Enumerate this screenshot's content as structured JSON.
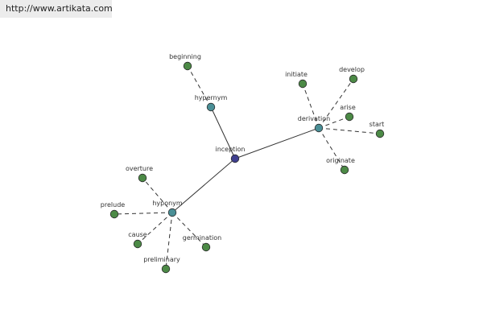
{
  "source_url": "http://www.artikata.com",
  "colors": {
    "root": "#3f3f8f",
    "relation": "#4a8f96",
    "leaf": "#4c8a46",
    "edge": "#333333",
    "banner_bg": "#ececec"
  },
  "graph": {
    "root": {
      "id": "inception",
      "label": "inception"
    },
    "relations": [
      {
        "id": "hypernym",
        "label": "hypernym",
        "leaves": [
          {
            "id": "beginning",
            "label": "beginning"
          }
        ]
      },
      {
        "id": "derivation",
        "label": "derivation",
        "leaves": [
          {
            "id": "initiate",
            "label": "initiate"
          },
          {
            "id": "develop",
            "label": "develop"
          },
          {
            "id": "arise",
            "label": "arise"
          },
          {
            "id": "start",
            "label": "start"
          },
          {
            "id": "originate",
            "label": "originate"
          }
        ]
      },
      {
        "id": "hyponym",
        "label": "hyponym",
        "leaves": [
          {
            "id": "overture",
            "label": "overture"
          },
          {
            "id": "prelude",
            "label": "prelude"
          },
          {
            "id": "cause",
            "label": "cause"
          },
          {
            "id": "preliminary",
            "label": "preliminary"
          },
          {
            "id": "germination",
            "label": "germination"
          }
        ]
      }
    ]
  }
}
